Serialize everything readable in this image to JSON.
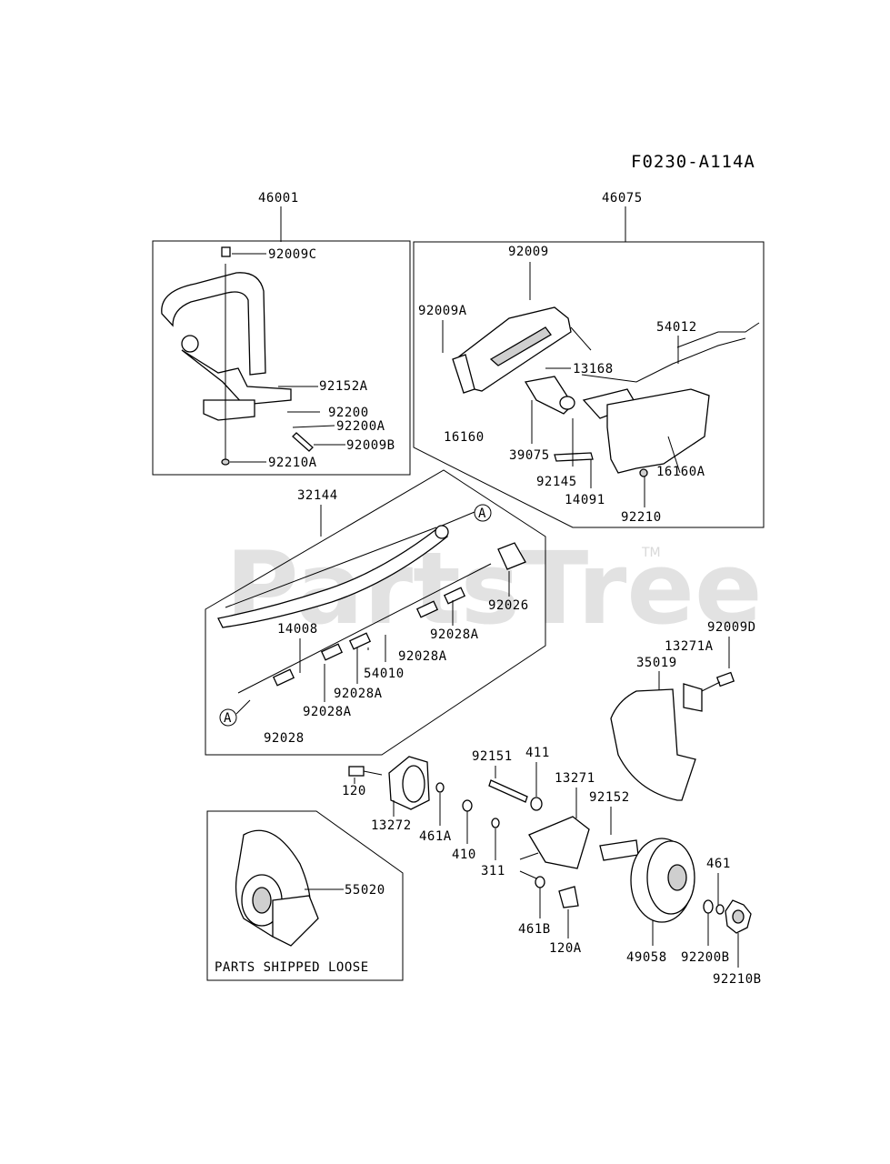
{
  "diagram_code": "F0230-A114A",
  "watermark": {
    "text": "PartsTree",
    "mark": "TM"
  },
  "callouts": {
    "A_top": "A",
    "A_bottom": "A"
  },
  "note": "PARTS SHIPPED LOOSE",
  "labels": {
    "p46001": "46001",
    "p46075": "46075",
    "p92009C": "92009C",
    "p92152A": "92152A",
    "p92200": "92200",
    "p92200A": "92200A",
    "p92009B": "92009B",
    "p92210A": "92210A",
    "p92009": "92009",
    "p92009A": "92009A",
    "p54012": "54012",
    "p13168": "13168",
    "p16160": "16160",
    "p39075": "39075",
    "p92145": "92145",
    "p14091": "14091",
    "p16160A": "16160A",
    "p92210": "92210",
    "p32144": "32144",
    "p92026": "92026",
    "p92028A_1": "92028A",
    "p14008": "14008",
    "p92028A_2": "92028A",
    "p54010": "54010",
    "p92028A_3": "92028A",
    "p92028": "92028",
    "p92009D": "92009D",
    "p13271A": "13271A",
    "p35019": "35019",
    "p92151": "92151",
    "p411": "411",
    "p13271": "13271",
    "p92152": "92152",
    "p120": "120",
    "p13272": "13272",
    "p461A": "461A",
    "p410": "410",
    "p311": "311",
    "p55020": "55020",
    "p461": "461",
    "p461B": "461B",
    "p120A": "120A",
    "p49058": "49058",
    "p92200B": "92200B",
    "p92210B": "92210B"
  }
}
